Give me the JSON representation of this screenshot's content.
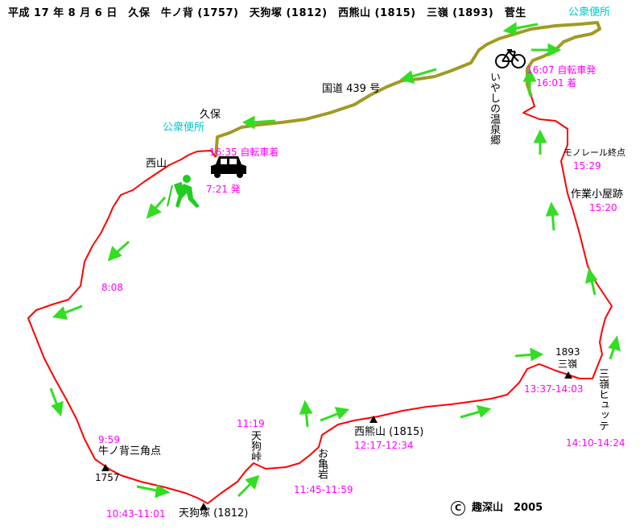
{
  "title": "平成 17 年 8 月 6 日　久保　牛ノ背 (1757)　天狗塚 (1812)　西熊山 (1815)　三嶺 (1893)　菅生",
  "road": "国道 439 号",
  "places": {
    "toilet_top": "公衆便所",
    "toilet_left": "公衆便所",
    "kubo": "久保",
    "nishiyama": "西山",
    "iyashi_onsen": "いやしの温泉郷",
    "monorail_end": "モノレール終点",
    "sagyou_hut": "作業小屋跡",
    "sanrei_hutte": "三嶺ヒュッテ",
    "sanrei_peak_label": "三嶺",
    "sanrei_elev": "1893",
    "nishikuma": "西熊山 (1815)",
    "okame_iwa": "お亀岩",
    "tengu_pass": "天狗峠",
    "tengu_zuka": "天狗塚 (1812)",
    "ushinose": "牛ノ背三角点",
    "ushinose_elev": "1757"
  },
  "times": {
    "bike_depart": "16:07 自転車発",
    "arrive_top": "16:01 着",
    "bike_arrive": "16:35 自転車着",
    "depart_start": "7:21 発",
    "t_808": "8:08",
    "t_959": "9:59",
    "tengu_zuka": "10:43-11:01",
    "tengu_pass": "11:19",
    "okame_iwa": "11:45-11:59",
    "nishikuma": "12:17-12:34",
    "sanrei": "13:37-14:03",
    "hutte": "14:10-14:24",
    "sagyou": "15:20",
    "monorail": "15:29"
  },
  "copyright": "趣深山　2005",
  "copyright_symbol": "C",
  "icons": [
    "bicycle-icon",
    "car-icon",
    "hiker-icon",
    "summit-triangle-icon",
    "direction-arrow-icon"
  ],
  "colors": {
    "trail": "#ff0000",
    "road": "#a09a24",
    "arrow": "#33dd22",
    "time_label": "#ff00ff",
    "toilet_label": "#00c8c8"
  }
}
